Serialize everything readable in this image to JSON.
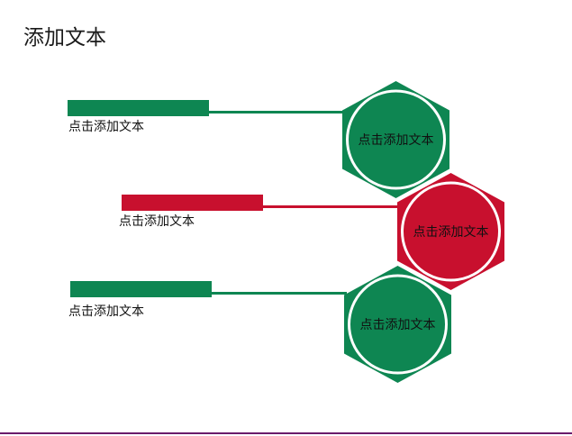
{
  "slide": {
    "title": "添加文本"
  },
  "colors": {
    "green": "#0e8652",
    "red": "#c8102e",
    "divider": "#6a1b6b"
  },
  "rows": [
    {
      "label": "点击添加文本",
      "hex_text": "点击添加文本",
      "color": "green"
    },
    {
      "label": "点击添加文本",
      "hex_text": "点击添加文本",
      "color": "red"
    },
    {
      "label": "点击添加文本",
      "hex_text": "点击添加文本",
      "color": "green"
    }
  ]
}
